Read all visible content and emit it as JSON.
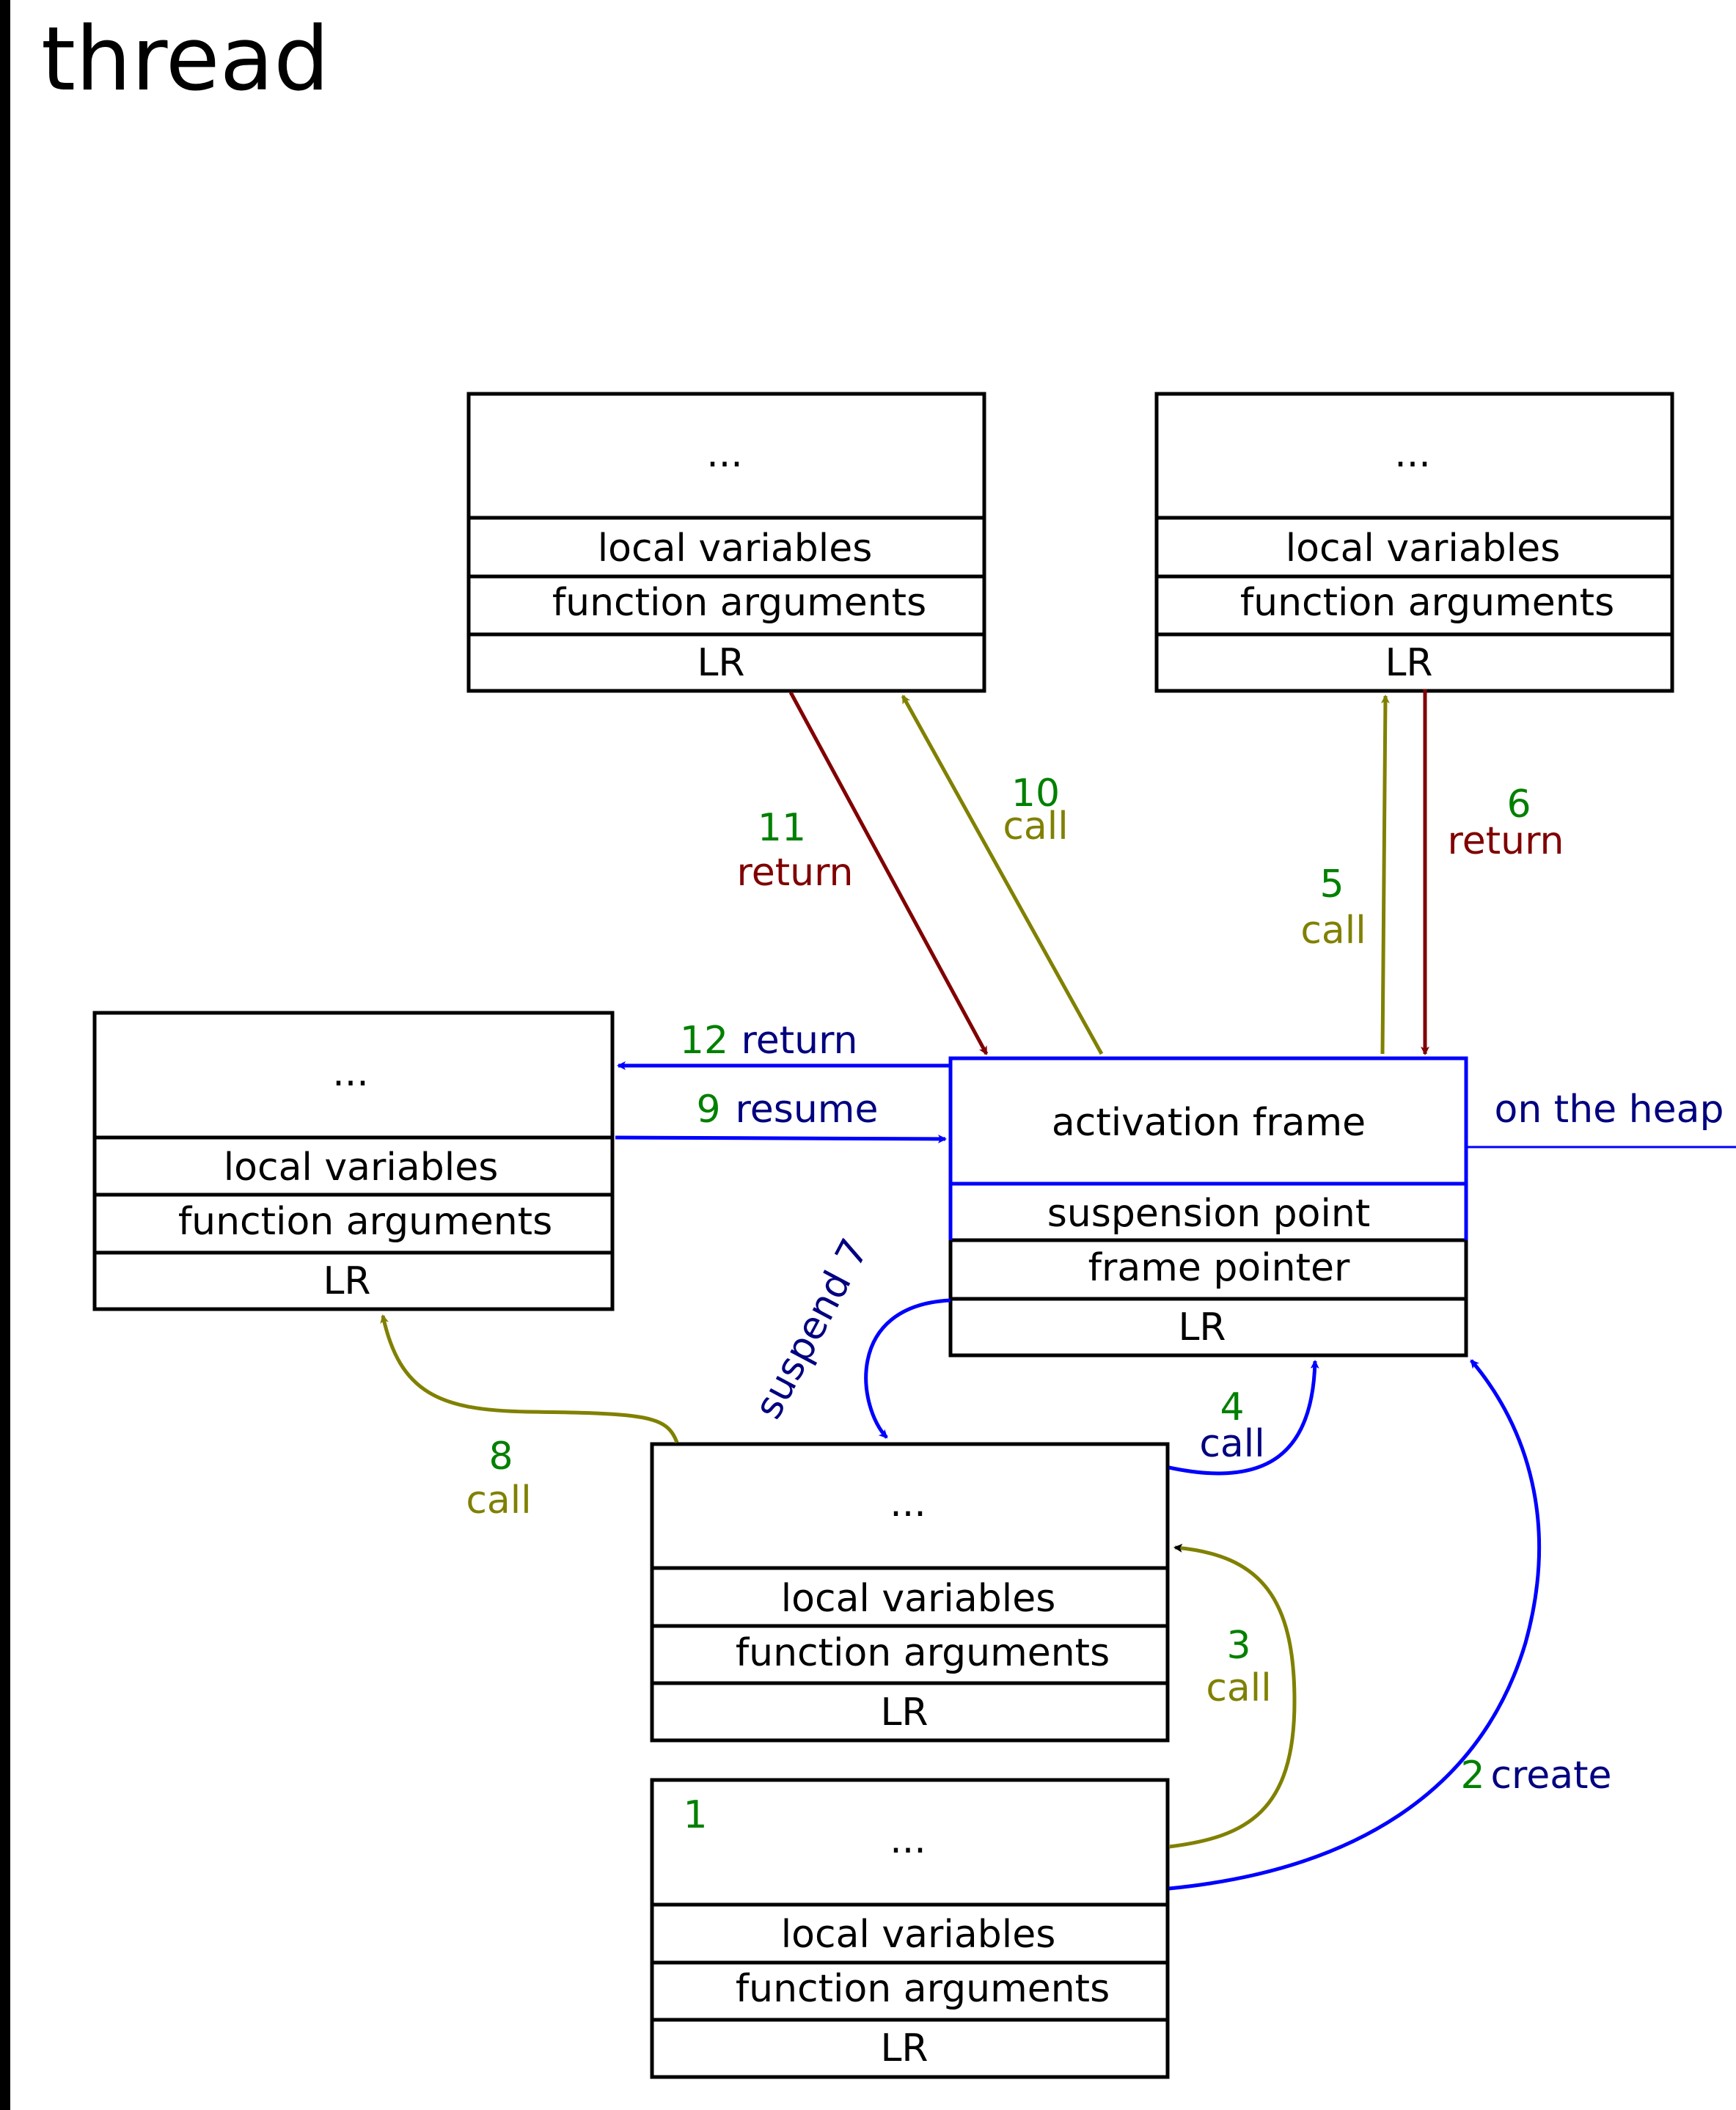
{
  "title": "thread",
  "frames": {
    "top_left": {
      "dots": "...",
      "local": "local variables",
      "args": "function arguments",
      "lr": "LR"
    },
    "top_right": {
      "dots": "...",
      "local": "local variables",
      "args": "function arguments",
      "lr": "LR"
    },
    "left": {
      "dots": "...",
      "local": "local variables",
      "args": "function arguments",
      "lr": "LR"
    },
    "middle": {
      "dots": "...",
      "local": "local variables",
      "args": "function arguments",
      "lr": "LR"
    },
    "bottom": {
      "dots": "...",
      "local": "local variables",
      "args": "function arguments",
      "lr": "LR",
      "step": "1"
    }
  },
  "activation": {
    "title": "activation frame",
    "suspension": "suspension point",
    "frame_pointer": "frame pointer",
    "lr": "LR",
    "heap_label": "on the heap"
  },
  "arrows": {
    "create": {
      "num": "2",
      "label": "create"
    },
    "call3": {
      "num": "3",
      "label": "call"
    },
    "call4": {
      "num": "4",
      "label": "call"
    },
    "call5": {
      "num": "5",
      "label": "call"
    },
    "return6": {
      "num": "6",
      "label": "return"
    },
    "suspend": {
      "label": "suspend 7"
    },
    "call8": {
      "num": "8",
      "label": "call"
    },
    "resume": {
      "num": "9",
      "label": "resume"
    },
    "call10": {
      "num": "10",
      "label": "call"
    },
    "return11": {
      "num": "11",
      "label": "return"
    },
    "return12": {
      "num": "12",
      "label": "return"
    }
  },
  "colors": {
    "call": "#808000",
    "return_dark": "#800000",
    "blue": "#0000ff",
    "navy": "#000080",
    "step_number": "#008000"
  }
}
